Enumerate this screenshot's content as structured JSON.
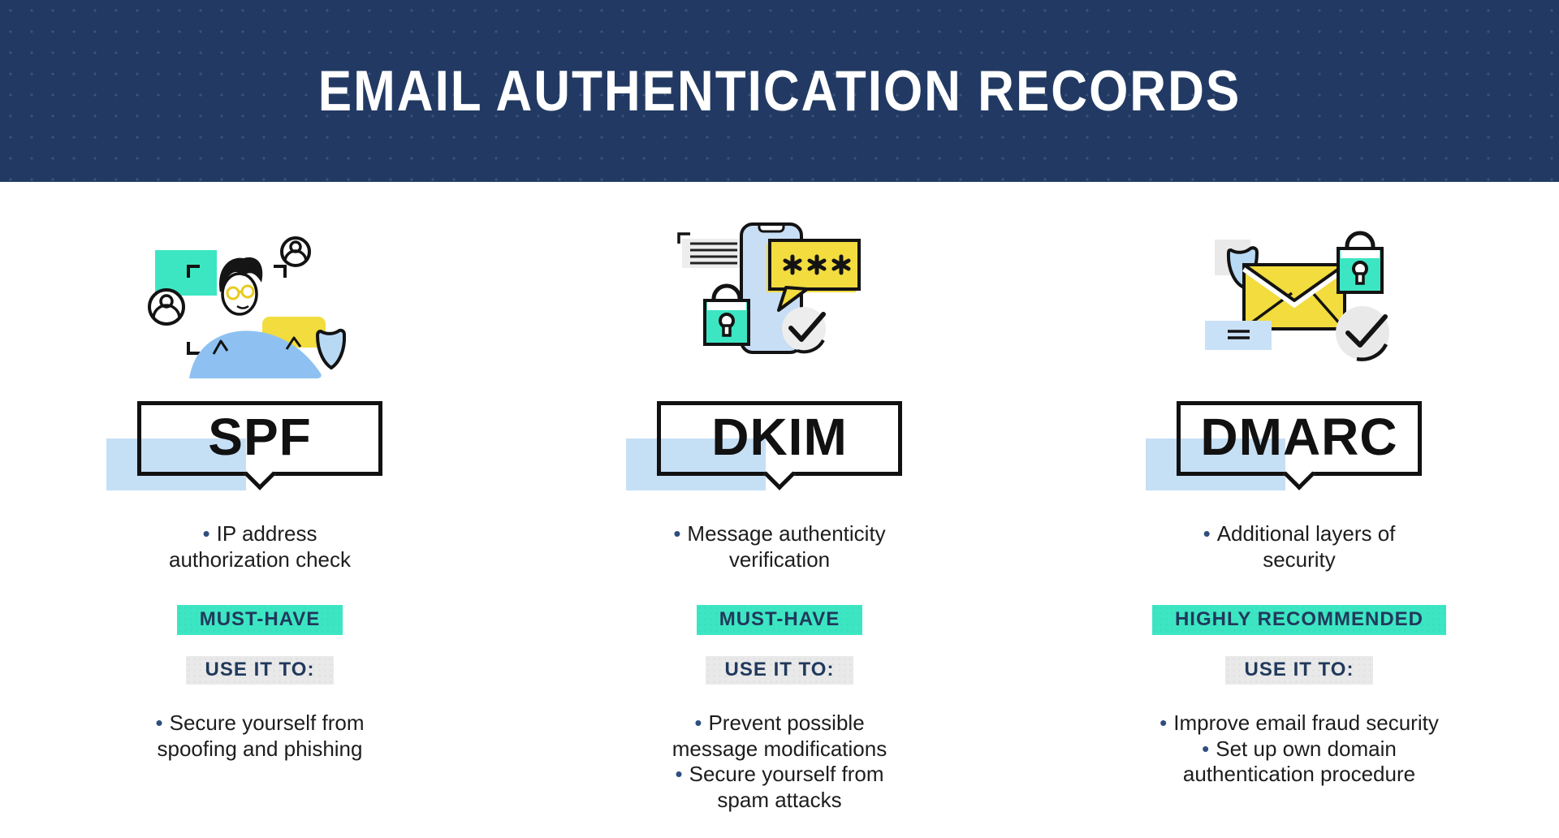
{
  "header": {
    "title": "EMAIL AUTHENTICATION RECORDS"
  },
  "palette": {
    "navy": "#223A63",
    "teal": "#3DE6C3",
    "yellow": "#F2DC3E",
    "highlight_blue": "#C5DFF5",
    "sky_blue": "#8EC1F2",
    "phone_blue": "#C7DEF5",
    "badge_gray": "#E9E9E9",
    "badge_text_navy": "#21395C",
    "bullet_navy": "#2E4E7E",
    "ink": "#111111"
  },
  "columns": [
    {
      "id": "spf",
      "label": "SPF",
      "illustration": "identity-scan-person",
      "summary_bullets": [
        "IP address\nauthorization check"
      ],
      "priority_badge": "MUST-HAVE",
      "use_it_to_label": "USE IT TO:",
      "use_bullets": [
        "Secure yourself from\nspoofing and phishing"
      ]
    },
    {
      "id": "dkim",
      "label": "DKIM",
      "illustration": "phone-password-lock-check",
      "summary_bullets": [
        "Message authenticity\nverification"
      ],
      "priority_badge": "MUST-HAVE",
      "use_it_to_label": "USE IT TO:",
      "use_bullets": [
        "Prevent possible\nmessage modifications",
        "Secure yourself from\nspam attacks"
      ]
    },
    {
      "id": "dmarc",
      "label": "DMARC",
      "illustration": "envelope-shield-lock-check",
      "summary_bullets": [
        "Additional layers of\nsecurity"
      ],
      "priority_badge": "HIGHLY RECOMMENDED",
      "use_it_to_label": "USE IT TO:",
      "use_bullets": [
        "Improve email fraud security",
        "Set up own domain\nauthentication procedure"
      ]
    }
  ]
}
